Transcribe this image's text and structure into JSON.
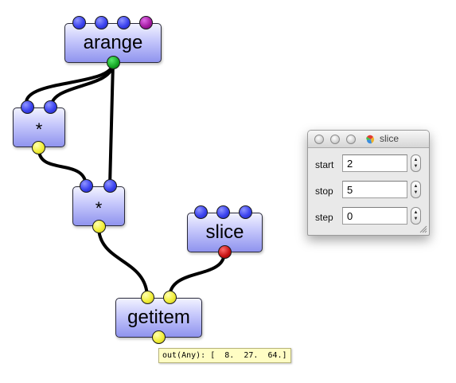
{
  "nodes": {
    "arange": {
      "label": "arange"
    },
    "mul1": {
      "label": "*"
    },
    "mul2": {
      "label": "*"
    },
    "slice": {
      "label": "slice"
    },
    "getitem": {
      "label": "getitem"
    }
  },
  "tooltip": {
    "text": "out(Any): [  8.  27.  64.]"
  },
  "inspector": {
    "title": "slice",
    "fields": [
      {
        "label": "start",
        "value": "2"
      },
      {
        "label": "stop",
        "value": "5"
      },
      {
        "label": "step",
        "value": "0"
      }
    ]
  },
  "colors": {
    "input_port": "#3b43ef",
    "output_port_arange": "#13a522",
    "extra_port_arange": "#a0179e",
    "output_port_any": "#f2ef3a",
    "output_port_slice": "#c40f0f",
    "node_fill": "#c4c6fb"
  }
}
